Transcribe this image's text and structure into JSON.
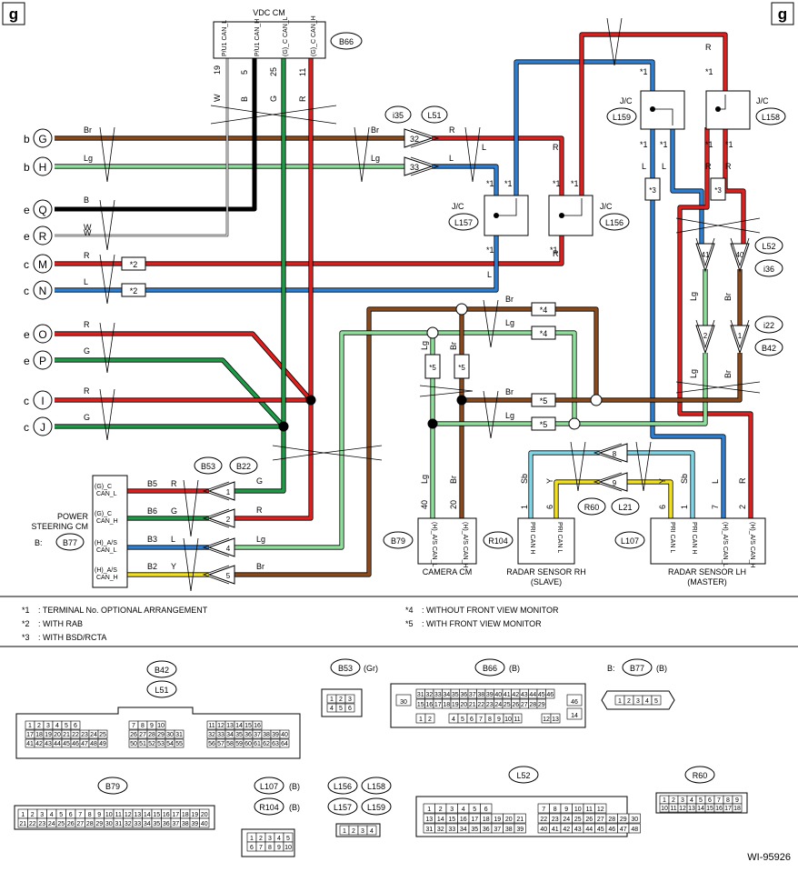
{
  "corner": {
    "left": "g",
    "right": "g"
  },
  "figure_id": "WI-95926",
  "modules": {
    "vdc": {
      "title": "VDC CM",
      "code": "B66",
      "pins": [
        {
          "label": "P/U1 CAN_L",
          "num": "19",
          "wire": "W"
        },
        {
          "label": "P/U1 CAN_H",
          "num": "5",
          "wire": "B"
        },
        {
          "label": "(G)_C CAN_L",
          "num": "25",
          "wire": "G"
        },
        {
          "label": "(G)_C CAN_H",
          "num": "11",
          "wire": "R"
        }
      ]
    },
    "power_steering": {
      "title1": "POWER",
      "title2": "STEERING CM",
      "prefix": "B:",
      "code": "B77",
      "pins": [
        {
          "label1": "(G)_C",
          "label2": "CAN_L",
          "num": "B5",
          "wire": "R"
        },
        {
          "label1": "(G)_C",
          "label2": "CAN_H",
          "num": "B6",
          "wire": "G"
        },
        {
          "label1": "(H)_A/S",
          "label2": "CAN_L",
          "num": "B3",
          "wire": "L"
        },
        {
          "label1": "(H)_A/S",
          "label2": "CAN_H",
          "num": "B2",
          "wire": "Y"
        }
      ]
    },
    "camera": {
      "title": "CAMERA CM",
      "code": "B79",
      "pins": [
        {
          "label": "(H)_A/S CAN_L",
          "num": "40",
          "wire": "Lg"
        },
        {
          "label": "(H)_A/S CAN_H",
          "num": "20",
          "wire": "Br"
        }
      ]
    },
    "radar_rh": {
      "title1": "RADAR SENSOR RH",
      "title2": "(SLAVE)",
      "code": "R104",
      "pins": [
        {
          "label": "PRI CAN H",
          "num": "1",
          "wire": "Sb"
        },
        {
          "label": "PRI CAN L",
          "num": "6",
          "wire": "Y"
        }
      ]
    },
    "radar_lh": {
      "title1": "RADAR SENSOR LH",
      "title2": "(MASTER)",
      "code": "L107",
      "pins": [
        {
          "label": "PRI CAN L",
          "num": "6",
          "wire": "Y"
        },
        {
          "label": "PRI CAN H",
          "num": "1",
          "wire": "Sb"
        },
        {
          "label": "(H)_A/S CAN_L",
          "num": "7",
          "wire": "L"
        },
        {
          "label": "(H)_A/S CAN_H",
          "num": "2",
          "wire": "R"
        }
      ]
    }
  },
  "left_terminals": [
    {
      "prefix": "b",
      "id": "G",
      "wire": "Br"
    },
    {
      "prefix": "b",
      "id": "H",
      "wire": "Lg"
    },
    {
      "prefix": "e",
      "id": "Q",
      "wire": "B"
    },
    {
      "prefix": "e",
      "id": "R",
      "wire": "W"
    },
    {
      "prefix": "c",
      "id": "M",
      "wire": "R",
      "note": "*2"
    },
    {
      "prefix": "c",
      "id": "N",
      "wire": "L",
      "note": "*2"
    },
    {
      "prefix": "e",
      "id": "O",
      "wire": "R"
    },
    {
      "prefix": "e",
      "id": "P",
      "wire": "G"
    },
    {
      "prefix": "c",
      "id": "I",
      "wire": "R"
    },
    {
      "prefix": "c",
      "id": "J",
      "wire": "G"
    }
  ],
  "connectors": {
    "i35": "i35",
    "L51": "L51",
    "pin32": "32",
    "pin33": "33",
    "wire32": "R",
    "wire33": "L",
    "L157": "L157",
    "L156": "L156",
    "L159": "L159",
    "L158": "L158",
    "jc": "J/C",
    "L52": "L52",
    "i36": "i36",
    "i22": "i22",
    "B42": "B42",
    "pin41": "41",
    "pin40": "40",
    "pin2": "2",
    "pin1": "1",
    "B53": "B53",
    "B22": "B22",
    "R60": "R60",
    "L21": "L21",
    "pin8": "8",
    "pin9": "9",
    "ps_pin1": "1",
    "ps_pin2": "2",
    "ps_pin4": "4",
    "ps_pin5": "5"
  },
  "notes": {
    "n1": "*1",
    "n3": "*3",
    "n4": "*4",
    "n5": "*5"
  },
  "wire_labels": {
    "W": "W",
    "B": "B",
    "G": "G",
    "R": "R",
    "L": "L",
    "Lg": "Lg",
    "Br": "Br",
    "Sb": "Sb",
    "Y": "Y"
  },
  "legend": [
    {
      "mark": "*1",
      "text": ": TERMINAL No. OPTIONAL ARRANGEMENT"
    },
    {
      "mark": "*2",
      "text": ": WITH RAB"
    },
    {
      "mark": "*3",
      "text": ": WITH BSD/RCTA"
    },
    {
      "mark": "*4",
      "text": ": WITHOUT FRONT VIEW MONITOR"
    },
    {
      "mark": "*5",
      "text": ": WITH FRONT VIEW MONITOR"
    }
  ],
  "bottom_connectors": {
    "b42": "B42",
    "l51": "L51",
    "b53": "B53",
    "b53_color": "(Gr)",
    "b66": "B66",
    "b66_color": "(B)",
    "b77_prefix": "B:",
    "b77": "B77",
    "b77_color": "(B)",
    "b79": "B79",
    "l107": "L107",
    "l107_color": "(B)",
    "r104": "R104",
    "r104_color": "(B)",
    "l156": "L156",
    "l158": "L158",
    "l157": "L157",
    "l159": "L159",
    "l52": "L52",
    "r60": "R60"
  },
  "colors": {
    "R": "#e0201e",
    "G": "#1f9a46",
    "L": "#2d7fd4",
    "Lg": "#8fe09a",
    "Br": "#8a4a1c",
    "B": "#000000",
    "W": "#bdbdbd",
    "Sb": "#7fd6e6",
    "Y": "#f3e11b"
  }
}
